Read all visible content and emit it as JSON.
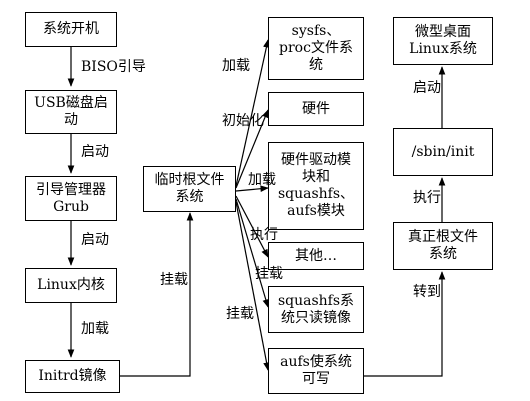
{
  "nodes": {
    "boot": "系统开机",
    "usb": "USB磁盘启\n动",
    "grub": "引导管理器\nGrub",
    "kernel": "Linux内核",
    "initrd": "Initrd镜像",
    "tmproot": "临时根文件\n系统",
    "sysfs": "sysfs、\nproc文件系\n统",
    "hardware": "硬件",
    "drivers": "硬件驱动模\n块和\nsquashfs、\naufs模块",
    "other": "其他…",
    "squashfs": "squashfs系\n统只读镜像",
    "aufs": "aufs使系统\n可写",
    "realroot": "真正根文件\n系统",
    "sbininit": "/sbin/init",
    "desktop": "微型桌面\nLinux系统"
  },
  "edge_labels": {
    "bios_boot": "BISO引导",
    "start1": "启动",
    "start2": "启动",
    "load1": "加载",
    "mount1": "挂载",
    "load2": "加载",
    "init": "初始化",
    "load3": "加载",
    "exec1": "执行",
    "mount2": "挂载",
    "mount3": "挂载",
    "goto": "转到",
    "exec2": "执行",
    "start3": "启动"
  }
}
